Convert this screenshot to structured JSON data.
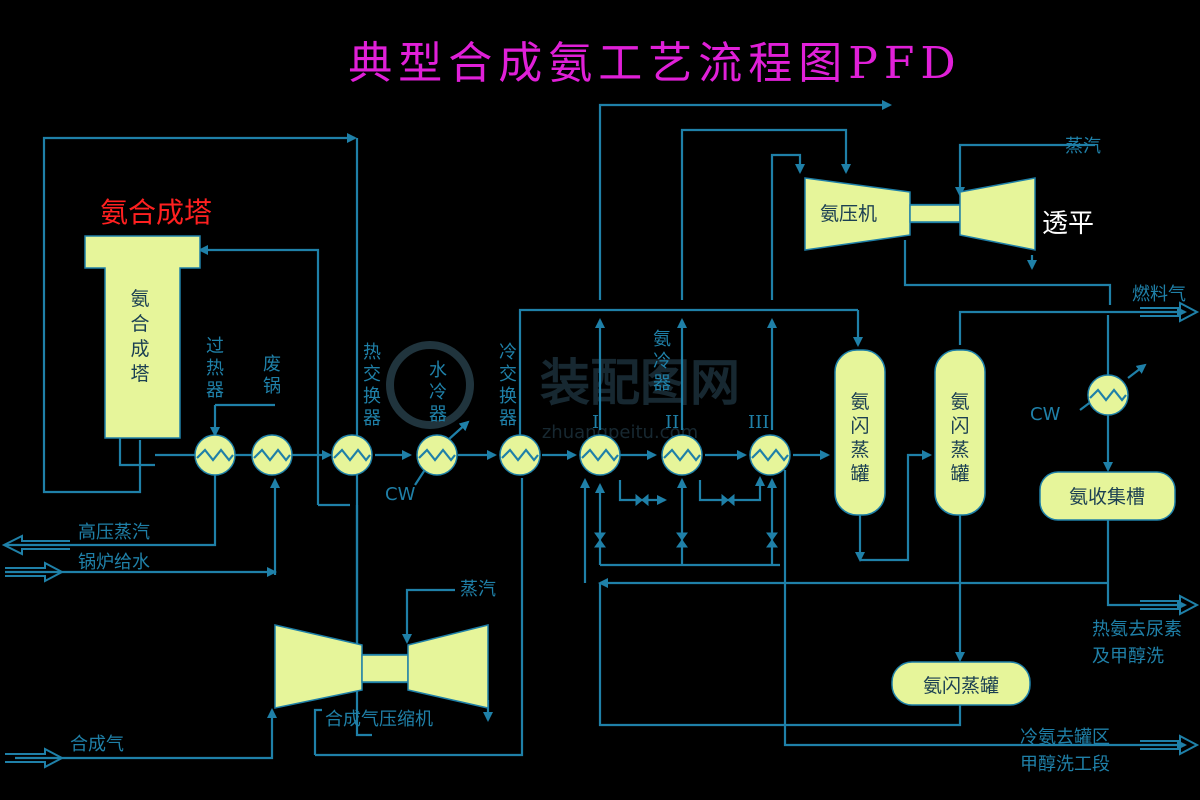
{
  "title": "典型合成氨工艺流程图PFD",
  "colors": {
    "line": "#1f80a8",
    "equipment": "#e6f59a",
    "title": "#e020d8",
    "tower_label": "#ff2020"
  },
  "tower_title": "氨合成塔",
  "tower_body": "氨合成塔",
  "superheater": "过热器",
  "waste_boiler": "废锅",
  "hot_exchanger": "热交换器",
  "water_cooler": "水冷器",
  "cold_exchanger": "冷交换器",
  "ammonia_cooler": "氨冷器",
  "roman": [
    "I",
    "II",
    "III"
  ],
  "cw": "CW",
  "hp_steam": "高压蒸汽",
  "boiler_water": "锅炉给水",
  "syngas": "合成气",
  "steam": "蒸汽",
  "syngas_compressor": "合成气压缩机",
  "ammonia_compressor": "氨压机",
  "turbine": "透平",
  "fuel_gas": "燃料气",
  "flash_drum": "氨闪蒸罐",
  "collector": "氨收集槽",
  "hot_ammonia": [
    "热氨去尿素",
    "及甲醇洗"
  ],
  "cold_ammonia": [
    "冷氨去罐区",
    "甲醇洗工段"
  ],
  "watermark": {
    "text": "装配图网",
    "url": "zhuangpeitu.com"
  }
}
